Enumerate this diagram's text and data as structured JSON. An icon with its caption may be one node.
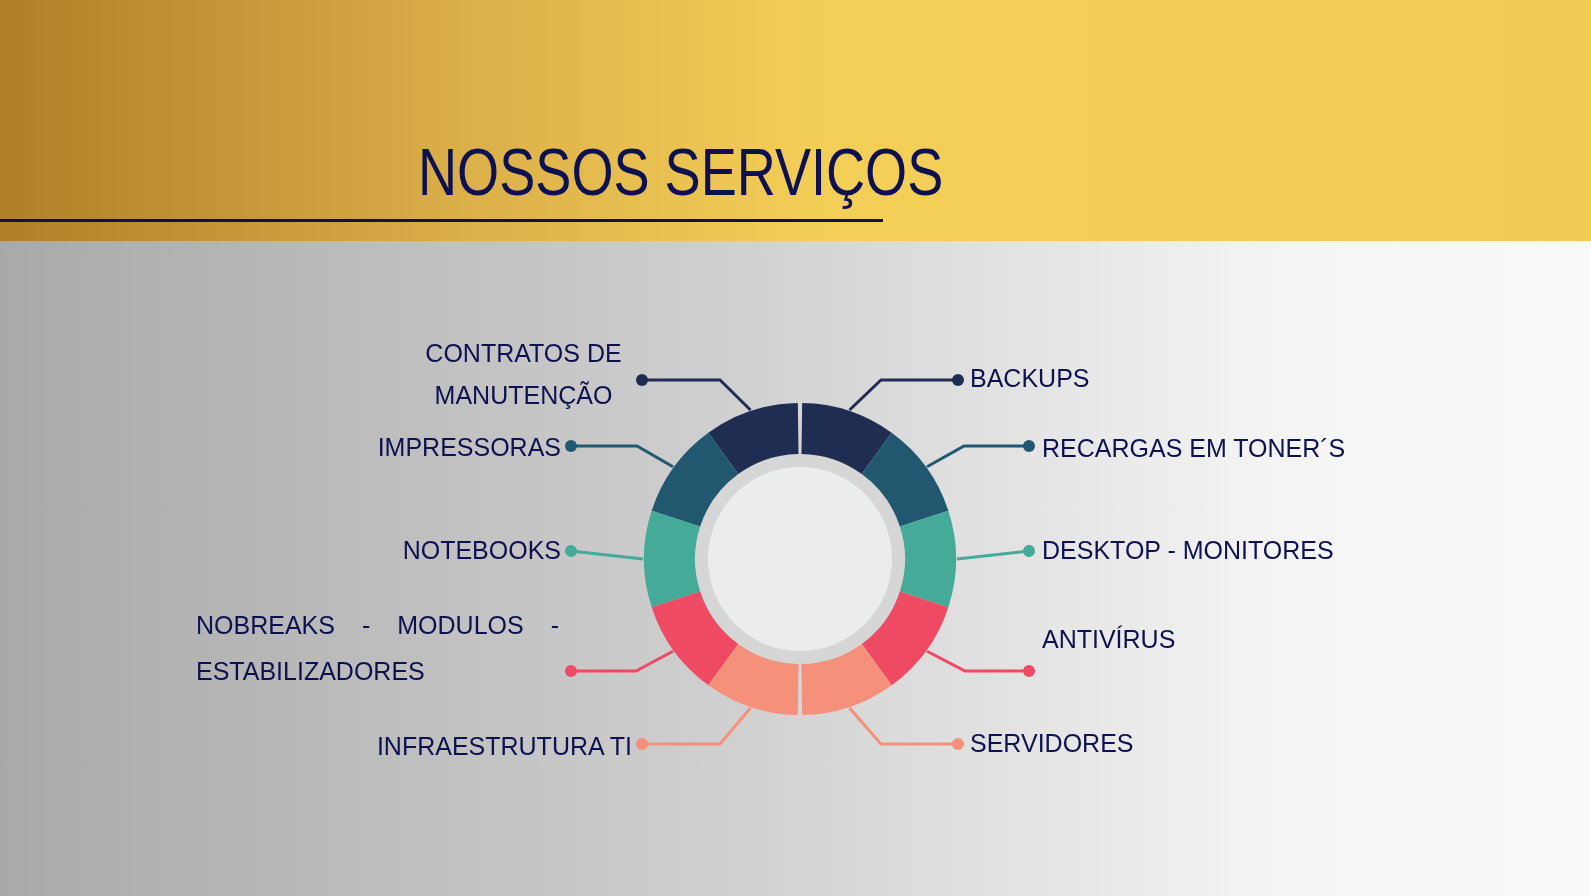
{
  "diagram": {
    "title": "NOSSOS SERVIÇOS",
    "nodes": [
      {
        "text": [
          "CONTRATOS DE MANUTENÇÃO"
        ]
      },
      {
        "text": [
          "BACKUPS"
        ]
      },
      {
        "text": [
          "IMPRESSORAS"
        ]
      },
      {
        "text": [
          "RECARGAS EM TONER´S"
        ]
      },
      {
        "text": [
          "NOTEBOOKS"
        ]
      },
      {
        "text": [
          "DESKTOP - MONITORES"
        ]
      },
      {
        "text": [
          "NOBREAKS - MODULOS - ESTABILIZADORES"
        ]
      },
      {
        "text": [
          "ANTIVÍRUS"
        ]
      },
      {
        "text": [
          "INFRAESTRUTURA TI"
        ]
      },
      {
        "text": [
          "SERVIDORES"
        ]
      },
      {
        "text": [],
        "shape": "arc"
      },
      {
        "text": [],
        "shape": "arc"
      },
      {
        "text": [],
        "shape": "arc"
      },
      {
        "text": [],
        "shape": "arc"
      },
      {
        "text": [],
        "shape": "arc"
      },
      {
        "text": [],
        "shape": "arc"
      },
      {
        "text": [],
        "shape": "arc"
      },
      {
        "text": [],
        "shape": "arc"
      },
      {
        "text": [],
        "shape": "arc"
      },
      {
        "text": [],
        "shape": "arc"
      }
    ],
    "edges": [
      {
        "from": 0,
        "to": 10,
        "arrow": "other",
        "color": "#1f2d52"
      },
      {
        "from": 1,
        "to": 11,
        "arrow": "other",
        "color": "#1f2d52"
      },
      {
        "from": 2,
        "to": 12,
        "arrow": "other",
        "color": "#215870"
      },
      {
        "from": 3,
        "to": 13,
        "arrow": "other",
        "color": "#215870"
      },
      {
        "from": 4,
        "to": 14,
        "arrow": "other",
        "color": "#45ab98"
      },
      {
        "from": 5,
        "to": 15,
        "arrow": "other",
        "color": "#45ab98"
      },
      {
        "from": 6,
        "to": 16,
        "arrow": "other",
        "color": "#ef4a64"
      },
      {
        "from": 7,
        "to": 17,
        "arrow": "other",
        "color": "#ef4a64"
      },
      {
        "from": 8,
        "to": 18,
        "arrow": "other",
        "color": "#f5917a"
      },
      {
        "from": 9,
        "to": 19,
        "arrow": "other",
        "color": "#f5917a"
      }
    ]
  }
}
